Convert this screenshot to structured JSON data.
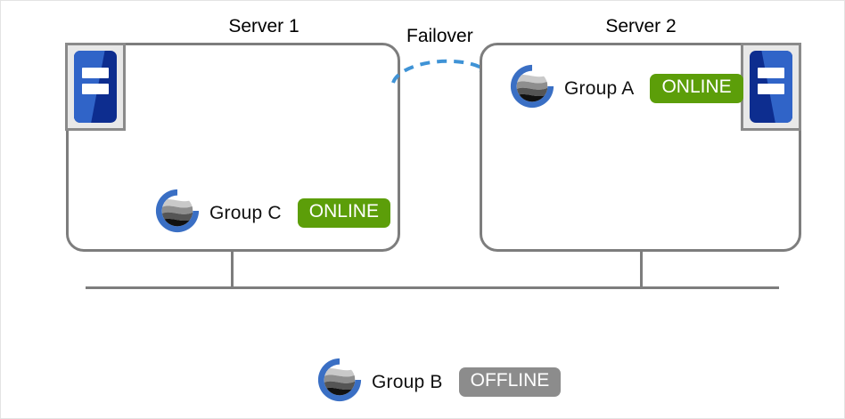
{
  "diagram": {
    "title_server1": "Server 1",
    "title_server2": "Server 2",
    "failover_label": "Failover",
    "colors": {
      "online": "#5c9e09",
      "offline": "#8c8c8c",
      "box_border": "#7d7d7d",
      "logo_ring": "#3a6fc4",
      "icon_blue_light": "#3064c8",
      "icon_blue_dark": "#0d2d8f",
      "failover_arrow": "#3f93d6"
    },
    "servers": [
      {
        "name": "Server 1",
        "icon_name": "server-hardware-icon",
        "groups": [
          {
            "label": "Group  C",
            "status": "ONLINE",
            "status_kind": "online"
          }
        ]
      },
      {
        "name": "Server 2",
        "icon_name": "server-hardware-icon",
        "groups": [
          {
            "label": "Group  A",
            "status": "ONLINE",
            "status_kind": "online"
          }
        ]
      }
    ],
    "unassigned_group": {
      "label": "Group  B",
      "status": "OFFLINE",
      "status_kind": "offline"
    }
  }
}
